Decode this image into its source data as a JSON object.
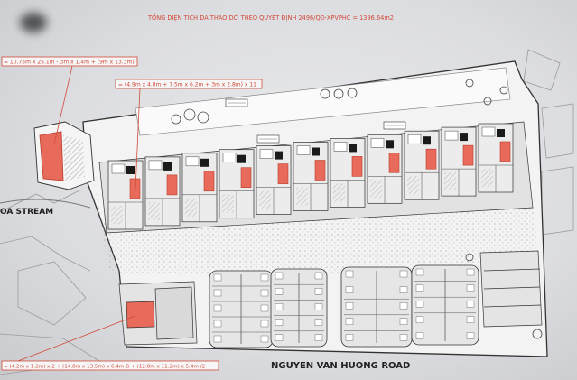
{
  "title": "TỔNG DIỆN TÍCH ĐÃ THÁO DỠ THEO QUYẾT ĐỊNH 2496/QĐ-XPVPHC = 1396.64m2",
  "annotations": {
    "formula_top_left": "= 10.75m x 25.1m - 3m x 1.4m + (9m x 13.3m)",
    "formula_top_center": "= (4.9m x 4.8m + 7.5m x 6.2m + 3m x 2.8m) x 11",
    "formula_bottom": "= (4.2m x 1.2m) x 2 + (14.8m x 13.5m) x 6.4m G + (12.8m x 11.2m) x 5.4m /2"
  },
  "labels": {
    "stream": "OA STREAM",
    "road": "NGUYEN VAN HUONG ROAD"
  },
  "colors": {
    "demolished": "#e86a5a",
    "annotation_text": "#d24a3a",
    "line": "#3a3a3a"
  }
}
